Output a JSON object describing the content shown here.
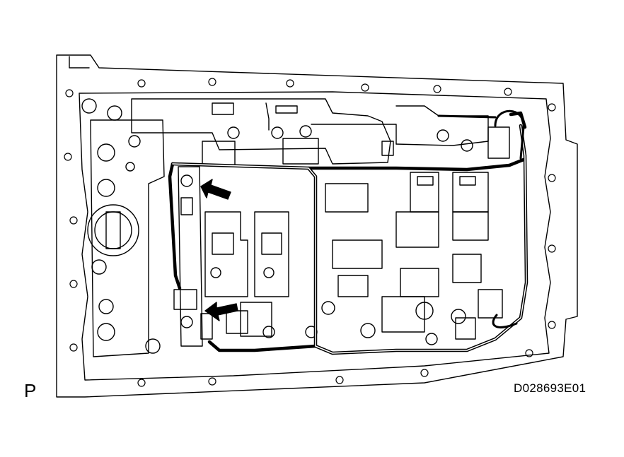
{
  "figure": {
    "view_label": "P",
    "figure_id": "D028693E01",
    "line_color": "#000000",
    "background_color": "#ffffff"
  },
  "callouts": [
    {
      "name": "upper-pointer-arrow",
      "icon": "arrow-left"
    },
    {
      "name": "lower-pointer-arrow",
      "icon": "arrow-left"
    }
  ]
}
